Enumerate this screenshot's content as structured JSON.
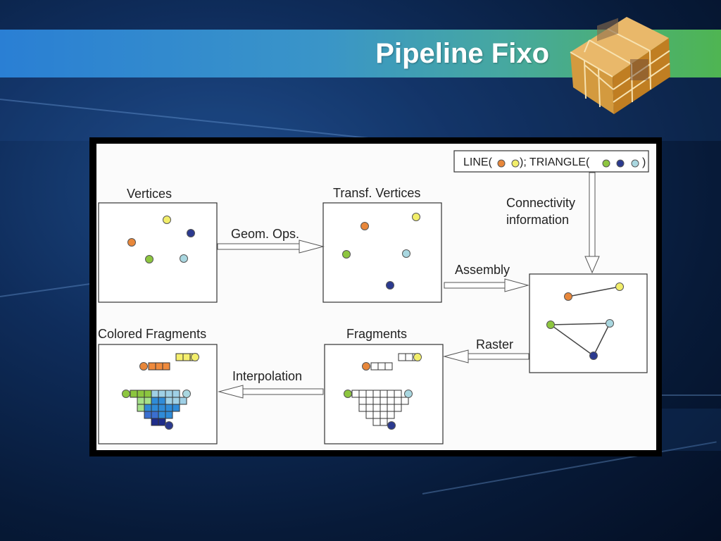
{
  "slide": {
    "title": "Pipeline Fixo"
  },
  "diagram": {
    "panels": {
      "vertices": "Vertices",
      "transf_vertices": "Transf. Vertices",
      "colored_fragments": "Colored Fragments",
      "fragments": "Fragments"
    },
    "arrows": {
      "geom_ops": "Geom. Ops.",
      "assembly": "Assembly",
      "raster": "Raster",
      "interpolation": "Interpolation",
      "connectivity_line1": "Connectivity",
      "connectivity_line2": "information"
    },
    "primitive_box": {
      "line_label": "LINE(",
      "separator": "); TRIANGLE(",
      "close": ")"
    },
    "vertex_colors": {
      "orange": "#e8873a",
      "yellow": "#f2ee6a",
      "green": "#8dc63f",
      "navy": "#2b3a8f",
      "lightblue": "#a9d7e0"
    },
    "fragment_colors": {
      "orange": "#ef8a3c",
      "yellow": "#f5ef6e",
      "green": "#8cc63f",
      "lightgreen": "#a5e08a",
      "lightblue": "#9fd0e6",
      "blue": "#2f8bd8",
      "midblue": "#3b6fd0",
      "navy": "#1f2d8a"
    }
  }
}
